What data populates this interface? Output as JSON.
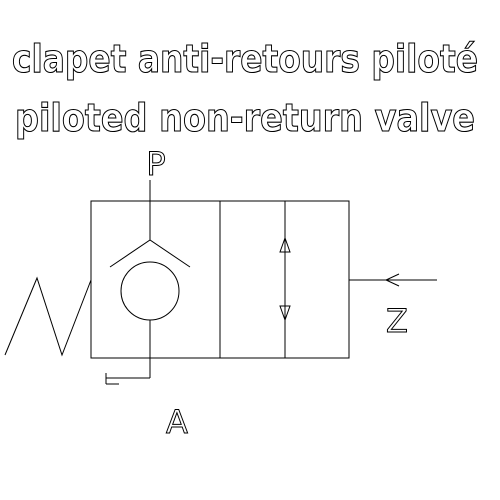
{
  "title": {
    "line1": "clapet anti-retours piloté",
    "line2": "piloted non-return valve"
  },
  "ports": {
    "pressure": "P",
    "outlet": "A",
    "pilot": "Z"
  },
  "colors": {
    "stroke": "#000000",
    "background": "#ffffff"
  }
}
